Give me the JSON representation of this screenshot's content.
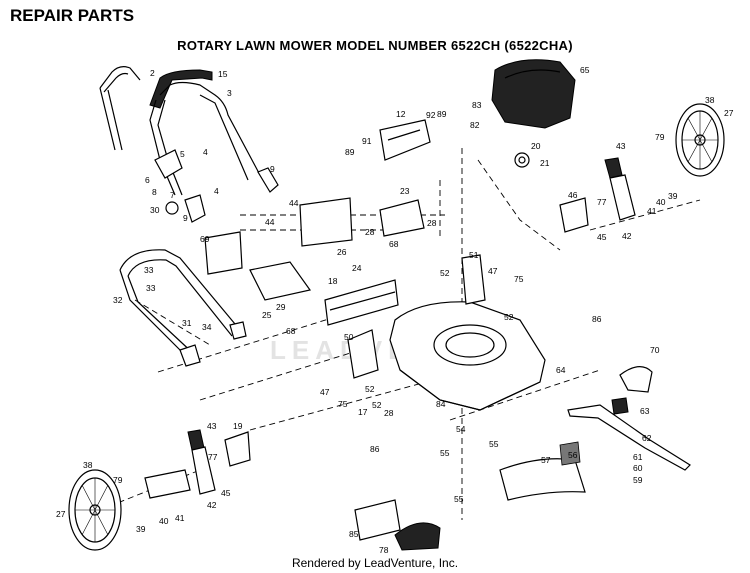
{
  "header": {
    "title": "REPAIR PARTS"
  },
  "diagram": {
    "title": "ROTARY LAWN MOWER MODEL NUMBER 6522CH (6522CHA)",
    "watermark": "LEADVENTURE",
    "credit": "Rendered by LeadVenture, Inc.",
    "labels": [
      "2",
      "15",
      "3",
      "5",
      "4",
      "8",
      "7",
      "6",
      "4",
      "9",
      "30",
      "9",
      "69",
      "44",
      "44",
      "26",
      "28",
      "28",
      "23",
      "12",
      "92",
      "89",
      "91",
      "89",
      "83",
      "82",
      "65",
      "20",
      "21",
      "38",
      "27",
      "79",
      "43",
      "39",
      "41",
      "40",
      "77",
      "45",
      "42",
      "46",
      "47",
      "75",
      "51",
      "52",
      "52",
      "86",
      "24",
      "18",
      "68",
      "29",
      "25",
      "68",
      "33",
      "33",
      "31",
      "34",
      "32",
      "50",
      "47",
      "75",
      "52",
      "52",
      "17",
      "28",
      "84",
      "86",
      "54",
      "55",
      "55",
      "55",
      "64",
      "70",
      "63",
      "62",
      "61",
      "60",
      "59",
      "57",
      "56",
      "43",
      "19",
      "77",
      "45",
      "42",
      "38",
      "79",
      "41",
      "40",
      "39",
      "27",
      "85",
      "78"
    ]
  }
}
